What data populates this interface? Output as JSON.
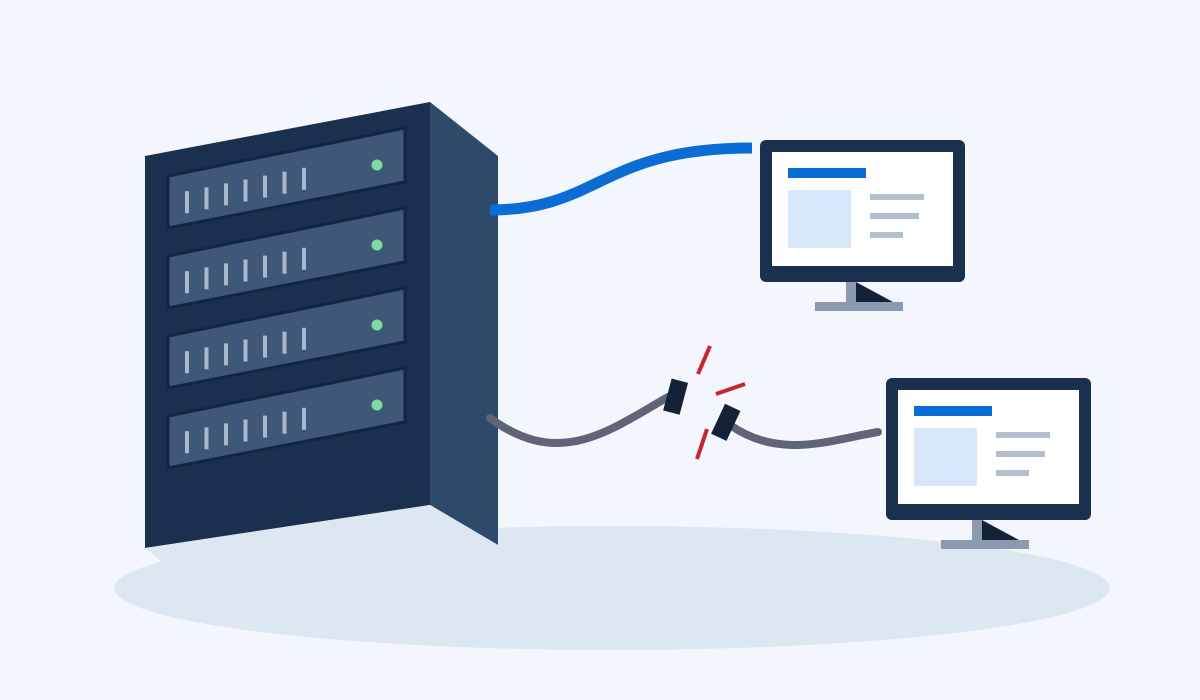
{
  "colors": {
    "background": "#f3f7fd",
    "floor_shadow": "#dde7f2",
    "server_front": "#1b2f4f",
    "server_side": "#2d4a6b",
    "server_bay": "#3f5878",
    "server_bay_border": "#132540",
    "vent_slot": "#a9b8cb",
    "status_led": "#7ddc9c",
    "cable_connected": "#0a6dd6",
    "cable_disconnected": "#5e6578",
    "connector": "#142238",
    "break_marks": "#c8262e",
    "monitor_bezel": "#1b2f4f",
    "monitor_screen": "#ffffff",
    "screen_header_bar": "#0a6dd6",
    "screen_image_block": "#d8e7fa",
    "screen_text_lines": "#b2bfcf",
    "monitor_stand": "#8b9ab0"
  },
  "diagram": {
    "nodes": [
      {
        "id": "server-rack",
        "kind": "server",
        "bays": 4
      },
      {
        "id": "monitor-connected",
        "kind": "monitor"
      },
      {
        "id": "monitor-disconnected",
        "kind": "monitor"
      }
    ],
    "links": [
      {
        "from": "server-rack",
        "to": "monitor-connected",
        "state": "connected"
      },
      {
        "from": "server-rack",
        "to": "monitor-disconnected",
        "state": "broken"
      }
    ]
  }
}
